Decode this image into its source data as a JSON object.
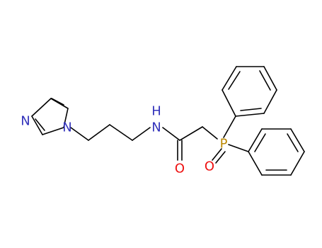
{
  "colors": {
    "bond": "#000000",
    "carbon": "#000000",
    "nitrogen": "#3333bb",
    "oxygen": "#ee1111",
    "phosphorus": "#bb8800"
  },
  "atoms": {
    "n_imidazole_pyridine": "N",
    "n_imidazole_pyrrole": "N",
    "n_amide": "N",
    "h_amide": "H",
    "o_carbonyl": "O",
    "p_phosphine_oxide": "P",
    "o_phosphoryl": "O"
  }
}
